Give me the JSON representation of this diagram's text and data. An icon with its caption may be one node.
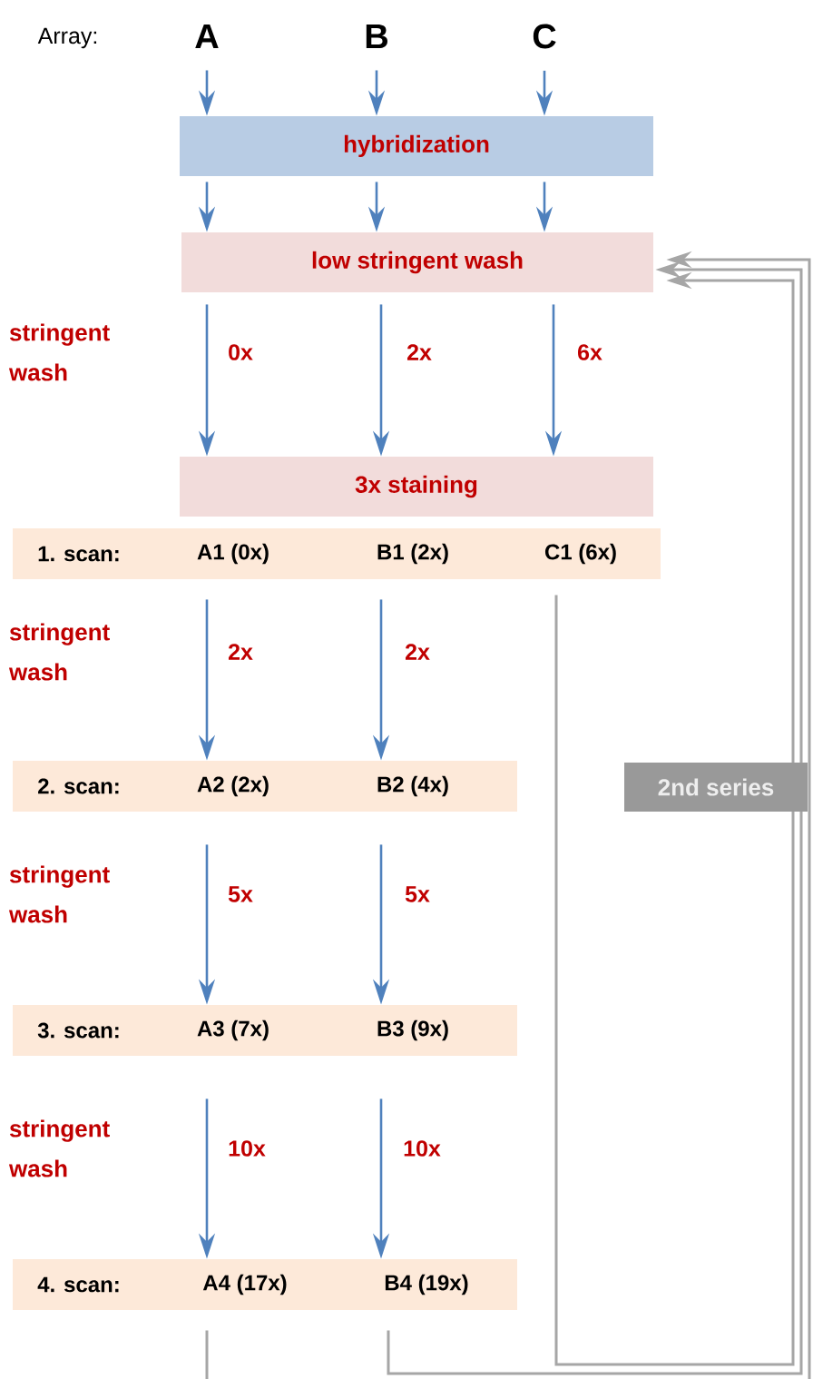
{
  "diagram": {
    "nodes": [
      {
        "text": [
          "A"
        ]
      },
      {
        "text": [
          "B"
        ]
      },
      {
        "text": [
          "C"
        ]
      },
      {
        "text": [
          "hybridization"
        ]
      },
      {
        "text": [
          "low stringent wash"
        ]
      },
      {
        "text": [
          "3x staining"
        ]
      },
      {
        "text": [
          "1. scan:",
          "A1 (0x)",
          "B1 (2x)",
          "C1 (6x)"
        ]
      },
      {
        "text": [
          "2. scan:",
          "A2 (2x)",
          "B2 (4x)"
        ]
      },
      {
        "text": [
          "3. scan:",
          "A3 (7x)",
          "B3 (9x)"
        ]
      },
      {
        "text": [
          "4. scan:",
          "A4 (17x)",
          "B4 (19x)"
        ]
      }
    ],
    "edges": [
      {
        "from": 0,
        "to": 3,
        "arrow": "to"
      },
      {
        "from": 1,
        "to": 3,
        "arrow": "to"
      },
      {
        "from": 2,
        "to": 3,
        "arrow": "to"
      },
      {
        "from": 3,
        "to": 4,
        "arrow": "to"
      },
      {
        "from": 3,
        "to": 4,
        "arrow": "to"
      },
      {
        "from": 3,
        "to": 4,
        "arrow": "to"
      },
      {
        "from": 4,
        "to": 5,
        "arrow": "to",
        "label": "0x"
      },
      {
        "from": 4,
        "to": 5,
        "arrow": "to",
        "label": "2x"
      },
      {
        "from": 4,
        "to": 5,
        "arrow": "to",
        "label": "6x"
      },
      {
        "from": 6,
        "to": 7,
        "arrow": "to",
        "label": "2x"
      },
      {
        "from": 6,
        "to": 7,
        "arrow": "to",
        "label": "2x"
      },
      {
        "from": 7,
        "to": 8,
        "arrow": "to",
        "label": "5x"
      },
      {
        "from": 7,
        "to": 8,
        "arrow": "to",
        "label": "5x"
      },
      {
        "from": 8,
        "to": 9,
        "arrow": "to",
        "label": "10x"
      },
      {
        "from": 8,
        "to": 9,
        "arrow": "to",
        "label": "10x"
      },
      {
        "from": 9,
        "to": 4,
        "arrow": "to",
        "color": "#a6a6a6"
      },
      {
        "from": 9,
        "to": 4,
        "arrow": "to",
        "color": "#a6a6a6"
      },
      {
        "from": 6,
        "to": 4,
        "arrow": "to",
        "color": "#a6a6a6"
      }
    ],
    "labels": [
      "Array:",
      "stringent wash",
      "stringent wash",
      "stringent wash",
      "stringent wash",
      "2nd series"
    ]
  }
}
